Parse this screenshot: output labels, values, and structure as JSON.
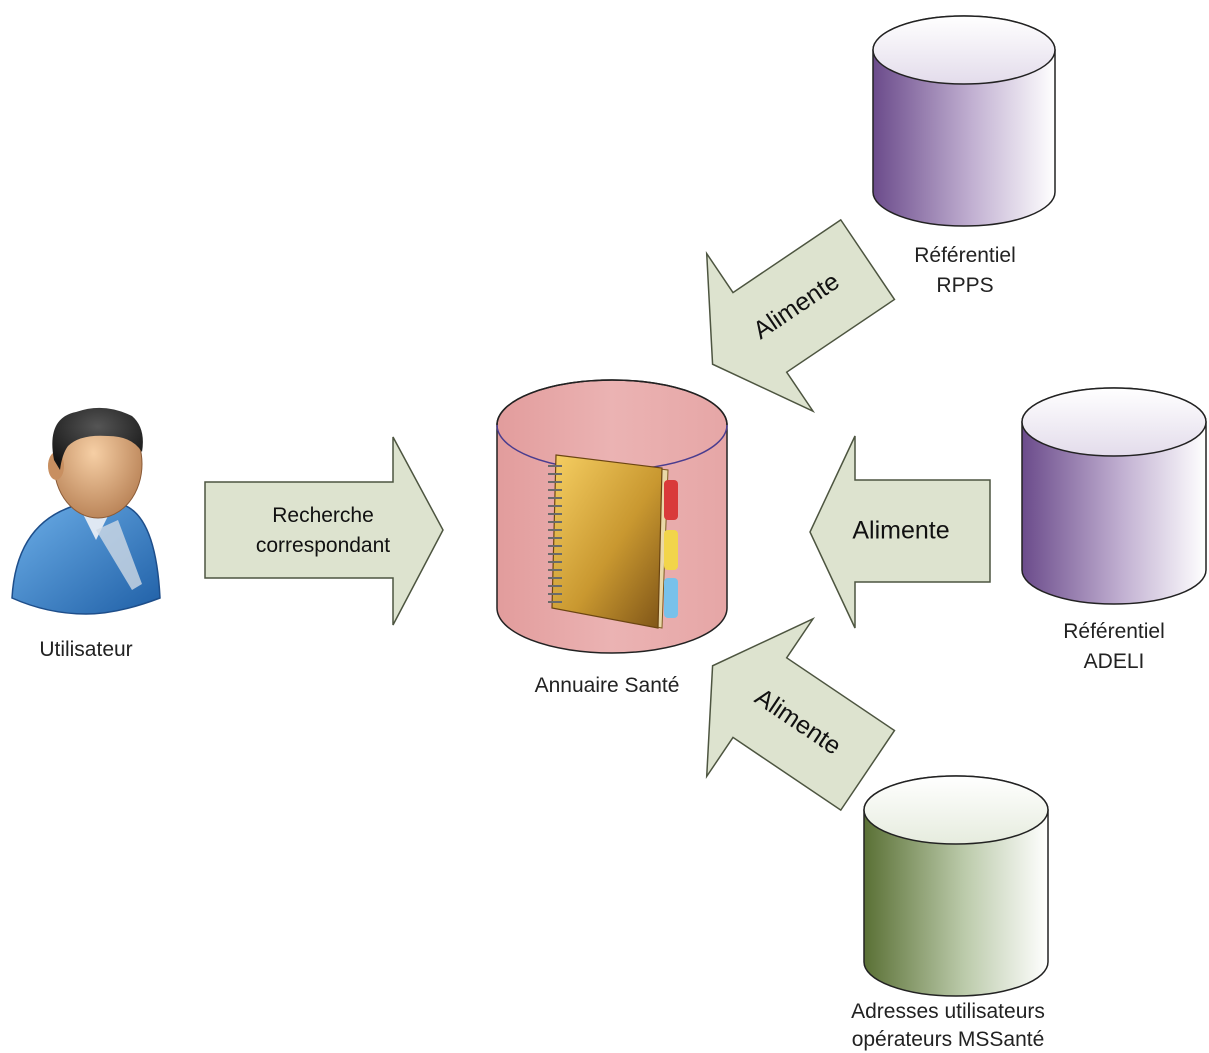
{
  "user": {
    "label": "Utilisateur"
  },
  "search_arrow": {
    "line1": "Recherche",
    "line2": "correspondant"
  },
  "directory": {
    "label": "Annuaire Santé"
  },
  "sources": {
    "rpps": {
      "line1": "Référentiel",
      "line2": "RPPS"
    },
    "adeli": {
      "line1": "Référentiel",
      "line2": "ADELI"
    },
    "mssante": {
      "line1": "Adresses utilisateurs",
      "line2": "opérateurs MSSanté"
    }
  },
  "feed_arrows": {
    "top_label": "Alimente",
    "middle_label": "Alimente",
    "bottom_label": "Alimente"
  },
  "colors": {
    "arrow_fill": "#dde3cf",
    "arrow_stroke": "#4d5540",
    "directory_fill": "#e8adad",
    "rpps_tone": "#6b4b8b",
    "adeli_tone": "#6b4b8b",
    "mssante_tone": "#5a7035",
    "user_shirt": "#3a7bc4"
  }
}
